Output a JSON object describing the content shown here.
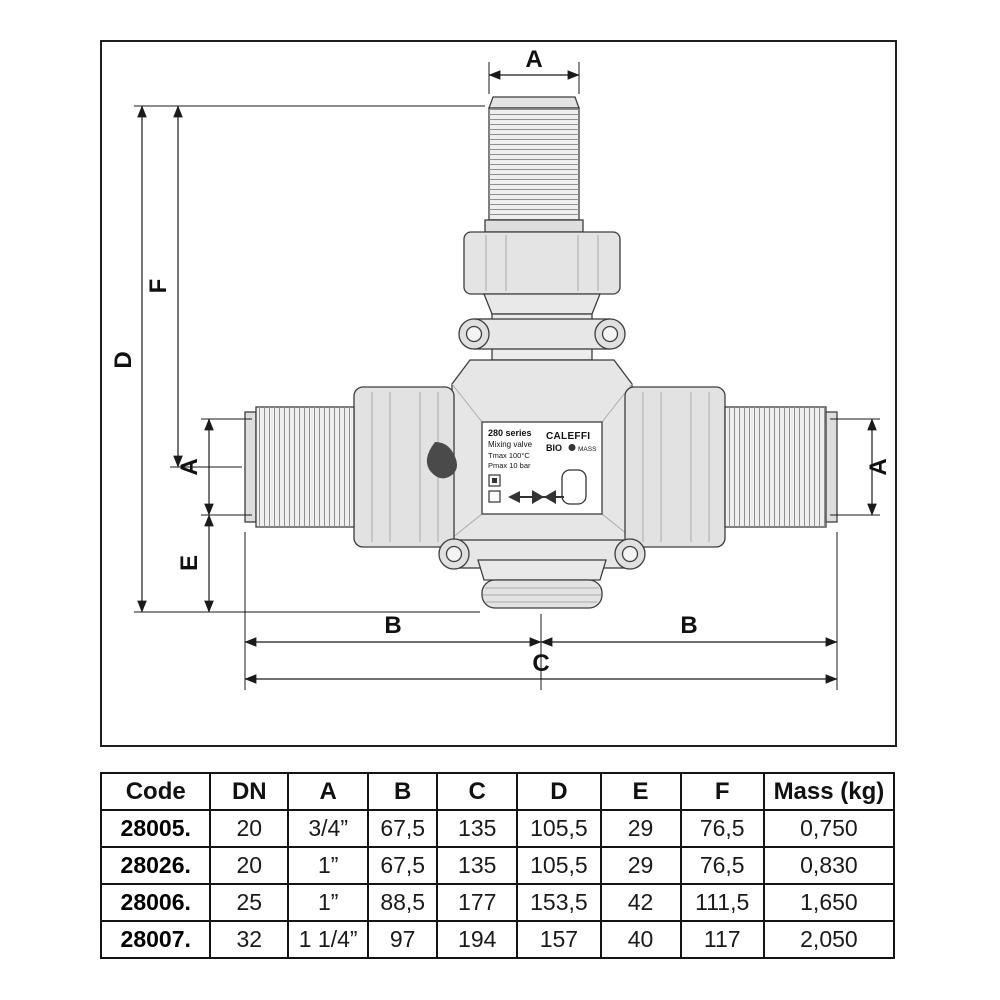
{
  "diagram": {
    "dims": {
      "top_a": "A",
      "d": "D",
      "f": "F",
      "left_a": "A",
      "e": "E",
      "right_a": "A",
      "b_left": "B",
      "b_right": "B",
      "c": "C"
    },
    "label": {
      "series": "280 series",
      "valve_type": "Mixing valve",
      "tmax": "Tmax 100°C",
      "pmax": "Pmax 10 bar",
      "brand": "CALEFFI",
      "bio": "BIO",
      "mass": "MASS"
    }
  },
  "table": {
    "headers": [
      "Code",
      "DN",
      "A",
      "B",
      "C",
      "D",
      "E",
      "F",
      "Mass (kg)"
    ],
    "rows": [
      [
        "28005.",
        "20",
        "3/4”",
        "67,5",
        "135",
        "105,5",
        "29",
        "76,5",
        "0,750"
      ],
      [
        "28026.",
        "20",
        "1”",
        "67,5",
        "135",
        "105,5",
        "29",
        "76,5",
        "0,830"
      ],
      [
        "28006.",
        "25",
        "1”",
        "88,5",
        "177",
        "153,5",
        "42",
        "111,5",
        "1,650"
      ],
      [
        "28007.",
        "32",
        "1 1/4”",
        "97",
        "194",
        "157",
        "40",
        "117",
        "2,050"
      ]
    ]
  }
}
